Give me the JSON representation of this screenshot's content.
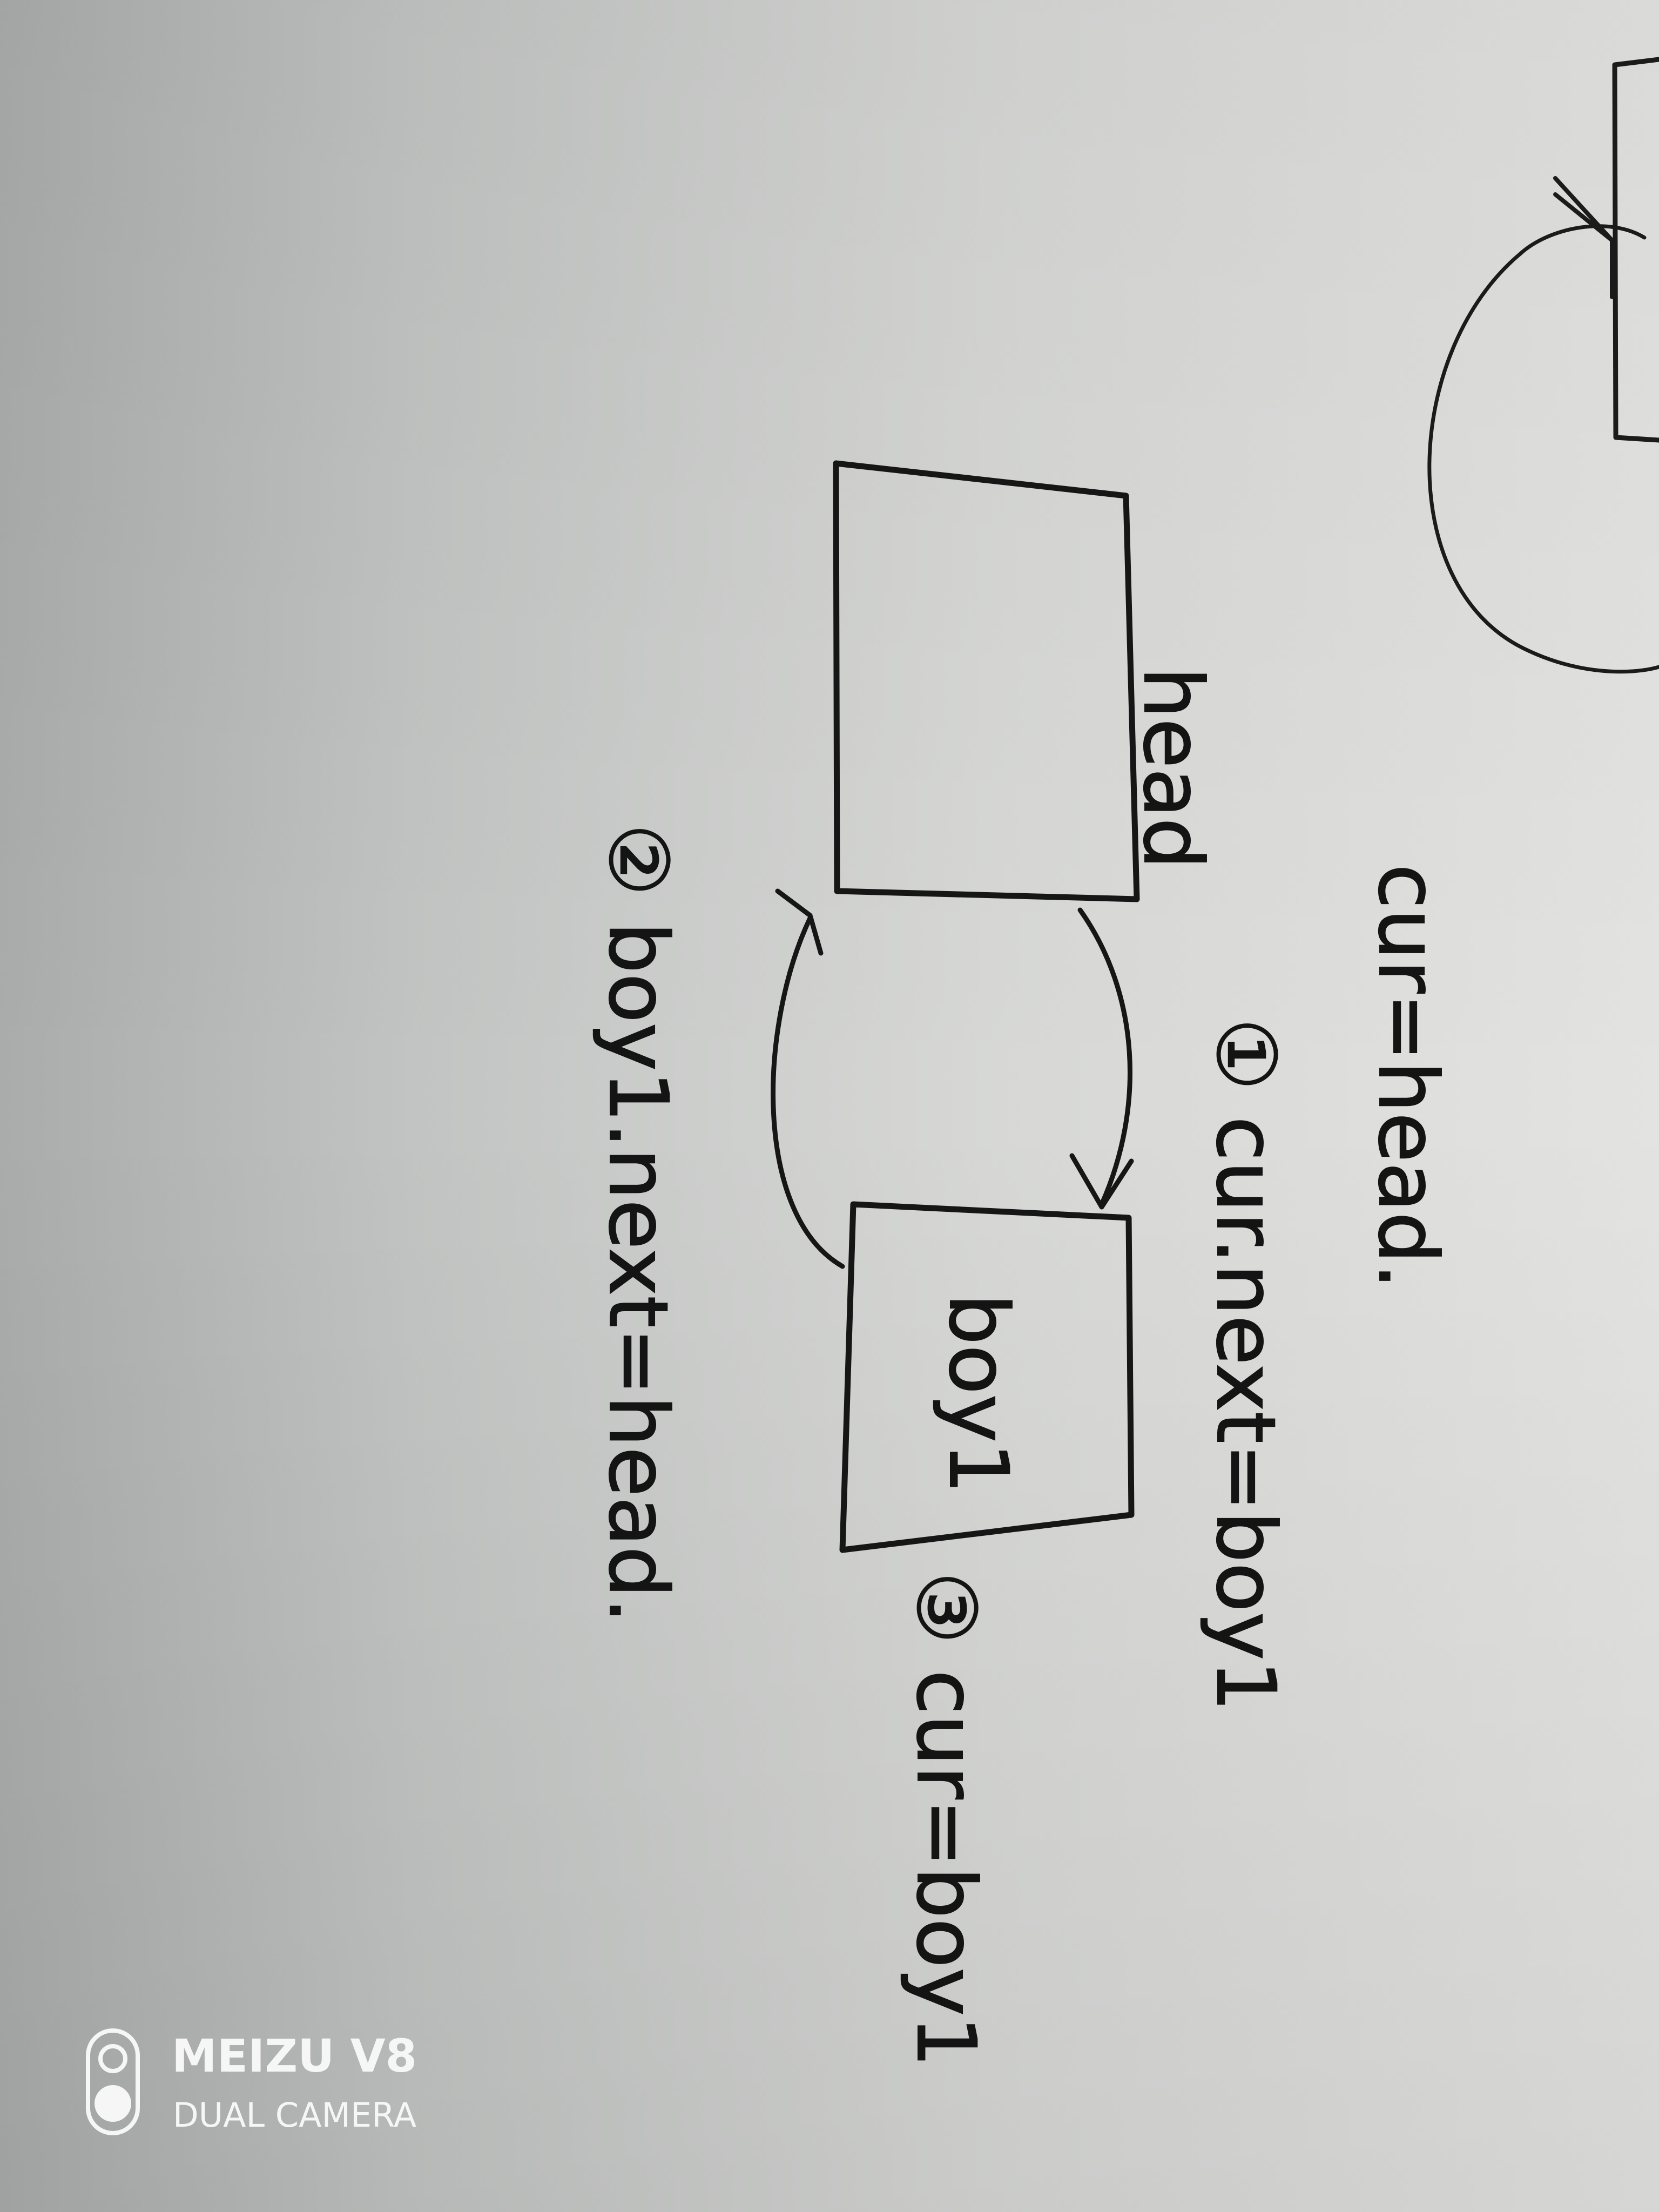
{
  "notes": {
    "line1": "cur=head.",
    "line2": "① cur.next=boy1",
    "line3": "③ cur=boy1",
    "line4": "② boy1.next=head.",
    "head_label": "head",
    "boy_label": "boy1"
  },
  "watermark": {
    "line1": "MEIZU V8",
    "line2": "DUAL CAMERA"
  }
}
